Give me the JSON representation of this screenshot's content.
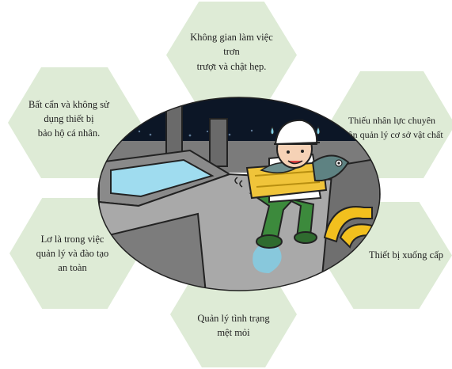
{
  "colors": {
    "hex_fill": "#deebd6",
    "water": "#9fdcef",
    "floor": "#a9a9a9",
    "wall": "#6f6f6f",
    "night": "#0c1626",
    "crate": "#f0c43a",
    "pants": "#3c8a3c",
    "rail": "#f2c01e"
  },
  "hazards": {
    "top": "Không gian làm việc trơn\ntrượt và chật hẹp.",
    "top_left": "Bất cẩn và không sử\ndụng thiết bị\nbảo hộ cá nhân.",
    "top_right": "Thiếu nhân lực chuyên\nmôn quản lý cơ sở vật chất",
    "bottom_left": "Lơ là trong việc\nquản lý và đào tạo\nan toàn",
    "bottom_right": "Thiết bị xuống cấp",
    "bottom": "Quản lý tình trạng\nmệt mỏi"
  },
  "illustration": {
    "subject": "worker-slipping-with-fish-crate",
    "icons": [
      "sweat-drop-icon",
      "fish-icon",
      "water-splash-icon"
    ]
  }
}
